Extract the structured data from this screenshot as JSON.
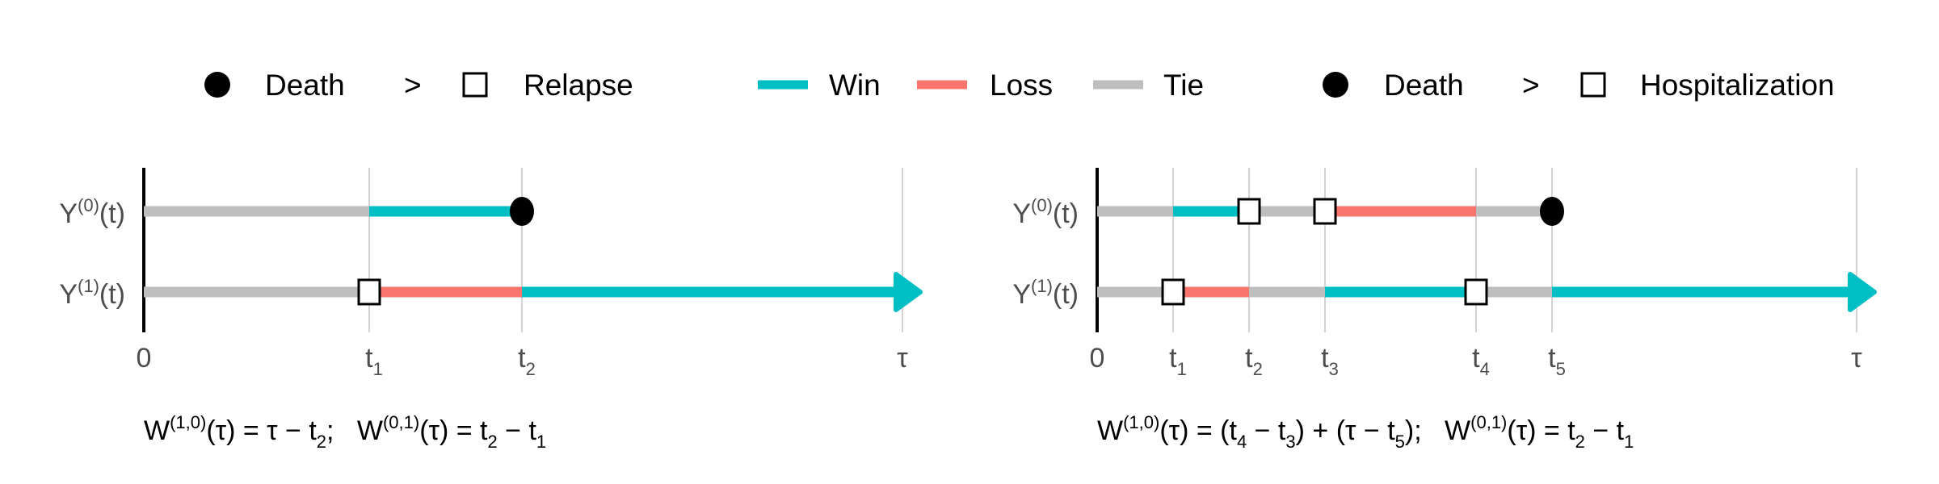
{
  "legend": {
    "left": {
      "death": "Death",
      "gt": ">",
      "event": "Relapse"
    },
    "middle": {
      "win": "Win",
      "loss": "Loss",
      "tie": "Tie"
    },
    "right": {
      "death": "Death",
      "gt": ">",
      "event": "Hospitalization"
    }
  },
  "colors": {
    "win": "#00BFC4",
    "loss": "#F8766D",
    "tie": "#BEBEBE",
    "grid": "#D3D3D3"
  },
  "chart_data": [
    {
      "type": "timeline",
      "row_labels": [
        {
          "base": "Y",
          "sup": "(0)",
          "arg": "(t)"
        },
        {
          "base": "Y",
          "sup": "(1)",
          "arg": "(t)"
        }
      ],
      "ticks": [
        {
          "label": "0",
          "sub": ""
        },
        {
          "label": "t",
          "sub": "1"
        },
        {
          "label": "t",
          "sub": "2"
        },
        {
          "label": "τ",
          "sub": ""
        }
      ],
      "tick_values": [
        0,
        1,
        2,
        3
      ],
      "rows": [
        {
          "segments": [
            [
              "tie",
              0,
              1
            ],
            [
              "win",
              1,
              2
            ]
          ],
          "markers": [
            [
              "circle",
              2
            ]
          ],
          "arrow": false
        },
        {
          "segments": [
            [
              "tie",
              0,
              1
            ],
            [
              "loss",
              1,
              2
            ],
            [
              "win",
              2,
              3
            ]
          ],
          "markers": [
            [
              "square",
              1
            ]
          ],
          "arrow": true
        }
      ],
      "formula": {
        "w10": "W",
        "w10_sup": "(1,0)",
        "w10_rhs": "(τ) = τ − t",
        "w10_sub": "2",
        "sep": ";",
        "w01": "W",
        "w01_sup": "(0,1)",
        "w01_rhs": "(τ) = t",
        "w01_sub1": "2",
        "w01_mid": " − t",
        "w01_sub2": "1"
      }
    },
    {
      "type": "timeline",
      "row_labels": [
        {
          "base": "Y",
          "sup": "(0)",
          "arg": "(t)"
        },
        {
          "base": "Y",
          "sup": "(1)",
          "arg": "(t)"
        }
      ],
      "ticks": [
        {
          "label": "0",
          "sub": ""
        },
        {
          "label": "t",
          "sub": "1"
        },
        {
          "label": "t",
          "sub": "2"
        },
        {
          "label": "t",
          "sub": "3"
        },
        {
          "label": "t",
          "sub": "4"
        },
        {
          "label": "t",
          "sub": "5"
        },
        {
          "label": "τ",
          "sub": ""
        }
      ],
      "tick_values": [
        0,
        1,
        2,
        3,
        5,
        6,
        10
      ],
      "rows": [
        {
          "segments": [
            [
              "tie",
              0,
              1
            ],
            [
              "win",
              1,
              2
            ],
            [
              "tie",
              2,
              3
            ],
            [
              "loss",
              3,
              5
            ],
            [
              "tie",
              5,
              6
            ]
          ],
          "markers": [
            [
              "square",
              2
            ],
            [
              "square",
              3
            ],
            [
              "circle",
              6
            ]
          ],
          "arrow": false
        },
        {
          "segments": [
            [
              "tie",
              0,
              1
            ],
            [
              "loss",
              1,
              2
            ],
            [
              "tie",
              2,
              3
            ],
            [
              "win",
              3,
              5
            ],
            [
              "tie",
              5,
              6
            ],
            [
              "win",
              6,
              10
            ]
          ],
          "markers": [
            [
              "square",
              1
            ],
            [
              "square",
              5
            ]
          ],
          "arrow": true
        }
      ],
      "formula": {
        "text": "W",
        "parts": [
          [
            "W",
            ""
          ],
          [
            "(1,0)",
            "sup"
          ],
          [
            "(τ) = (t",
            ""
          ],
          [
            "4",
            "sub"
          ],
          [
            " − t",
            ""
          ],
          [
            "3",
            "sub"
          ],
          [
            ") + (τ − t",
            ""
          ],
          [
            "5",
            "sub"
          ],
          [
            ");",
            ""
          ],
          [
            "   W",
            ""
          ],
          [
            "(0,1)",
            "sup"
          ],
          [
            "(τ) = t",
            ""
          ],
          [
            "2",
            "sub"
          ],
          [
            " − t",
            ""
          ],
          [
            "1",
            "sub"
          ]
        ]
      }
    }
  ]
}
